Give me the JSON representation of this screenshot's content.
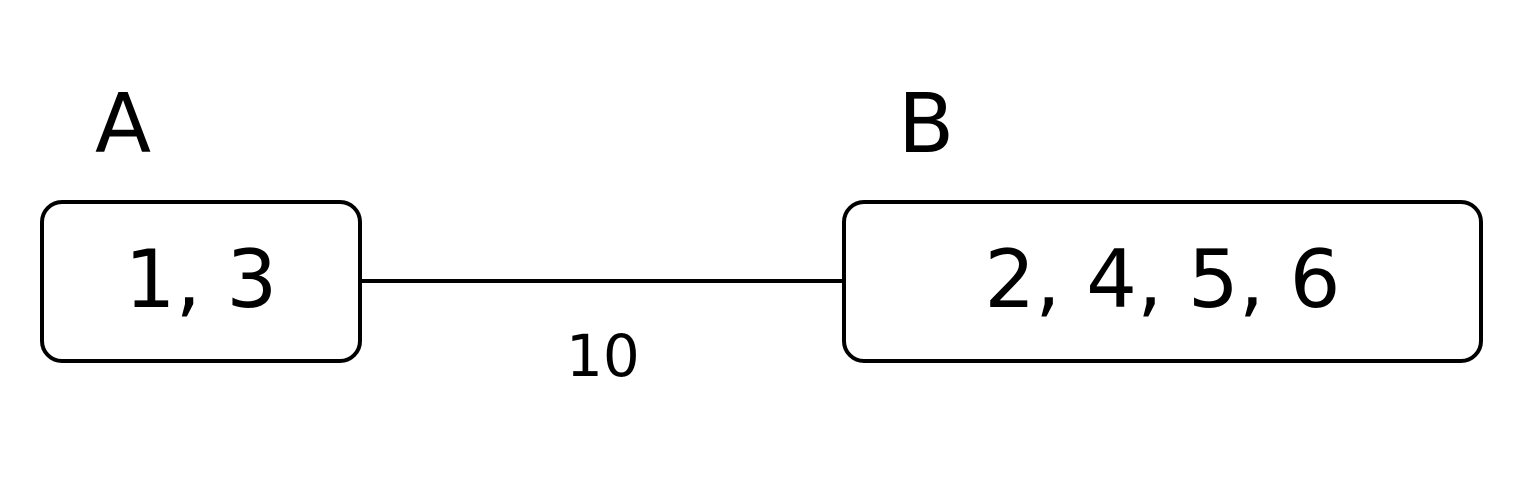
{
  "diagram": {
    "type": "undirected-graph",
    "background_color": "#ffffff",
    "stroke_color": "#000000",
    "text_color": "#000000",
    "nodes": [
      {
        "id": "A",
        "label": "A",
        "contents": "1, 3",
        "members": [
          1,
          3
        ]
      },
      {
        "id": "B",
        "label": "B",
        "contents": "2, 4, 5, 6",
        "members": [
          2,
          4,
          5,
          6
        ]
      }
    ],
    "edges": [
      {
        "from": "A",
        "to": "B",
        "weight": "10"
      }
    ]
  }
}
